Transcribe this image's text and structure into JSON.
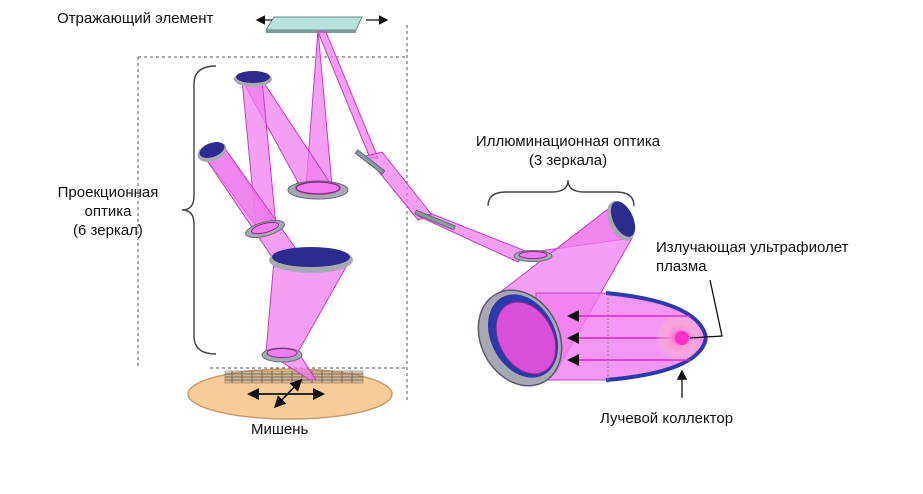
{
  "labels": {
    "reflective_element": "Отражающий элемент",
    "projection_optics": [
      "Проекционная",
      "оптика",
      "(6 зеркал)"
    ],
    "illumination_optics": [
      "Иллюминационная оптика",
      "(3 зеркала)"
    ],
    "euv_plasma": [
      "Излучающая ультрафиолет",
      "плазма"
    ],
    "beam_collector": "Лучевой коллектор",
    "target": "Мишень"
  },
  "colors": {
    "beam_fill": "#f07df0",
    "beam_stroke": "#c43ec4",
    "mirror_face": "#2c2c8e",
    "mirror_rim": "#a8a8b4",
    "collector_body": "#2b3aa8",
    "plasma": "#ff2ec8",
    "target_disk": "#f8cc98",
    "target_grid": "#7a6a5a",
    "dashed_line": "#555555",
    "bracket": "#444444",
    "reticle": "#b8e0dc"
  }
}
